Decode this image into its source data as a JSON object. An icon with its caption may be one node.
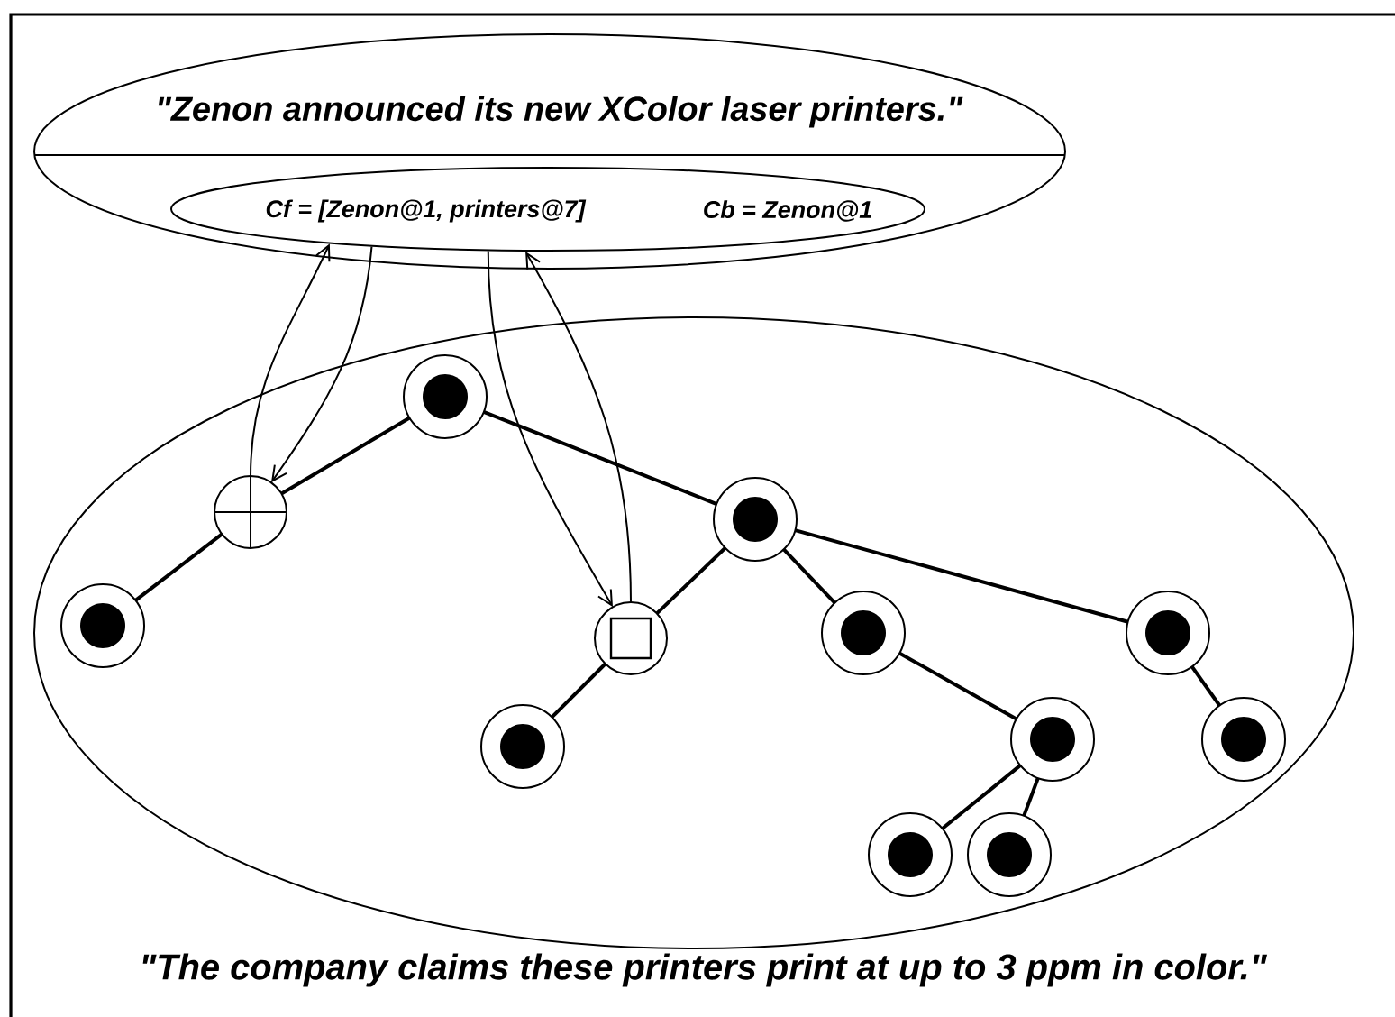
{
  "diagram": {
    "nodes": [
      {
        "text": [
          "\"Zenon announced its new XColor laser printers.\""
        ]
      },
      {
        "text": [
          "Cf = [Zenon@1, printers@7]",
          "Cb = Zenon@1"
        ],
        "in": 0
      },
      {
        "text": [],
        "shape": "ellipse"
      },
      {
        "text": [],
        "shape": "circle",
        "in": 2
      },
      {
        "text": [],
        "shape": "cross",
        "in": 2
      },
      {
        "text": [],
        "shape": "circle",
        "in": 2
      },
      {
        "text": [],
        "shape": "circle",
        "in": 2
      },
      {
        "text": [],
        "shape": "circle",
        "in": 2
      },
      {
        "text": [],
        "shape": "circle",
        "in": 2
      },
      {
        "text": [],
        "shape": "square",
        "in": 2
      },
      {
        "text": [],
        "shape": "circle",
        "in": 2
      },
      {
        "text": [],
        "shape": "circle",
        "in": 2
      },
      {
        "text": [],
        "shape": "circle",
        "in": 2
      },
      {
        "text": [],
        "shape": "circle",
        "in": 2
      },
      {
        "text": [],
        "shape": "circle",
        "in": 2
      }
    ],
    "edges": [
      {
        "from": 1,
        "to": 4,
        "arrow": "to"
      },
      {
        "from": 4,
        "to": 1,
        "arrow": "to"
      },
      {
        "from": 1,
        "to": 9,
        "arrow": "to"
      },
      {
        "from": 9,
        "to": 1,
        "arrow": "to"
      },
      {
        "from": 3,
        "to": 4,
        "arrow": "none"
      },
      {
        "from": 4,
        "to": 6,
        "arrow": "none"
      },
      {
        "from": 3,
        "to": 5,
        "arrow": "none"
      },
      {
        "from": 5,
        "to": 9,
        "arrow": "none"
      },
      {
        "from": 9,
        "to": 12,
        "arrow": "none"
      },
      {
        "from": 5,
        "to": 7,
        "arrow": "none"
      },
      {
        "from": 5,
        "to": 8,
        "arrow": "none"
      },
      {
        "from": 7,
        "to": 10,
        "arrow": "none"
      },
      {
        "from": 8,
        "to": 11,
        "arrow": "none"
      },
      {
        "from": 10,
        "to": 13,
        "arrow": "none"
      },
      {
        "from": 10,
        "to": 14,
        "arrow": "none"
      }
    ],
    "labels": [
      "\"The company claims these printers print at up to 3 ppm in color.\""
    ]
  }
}
